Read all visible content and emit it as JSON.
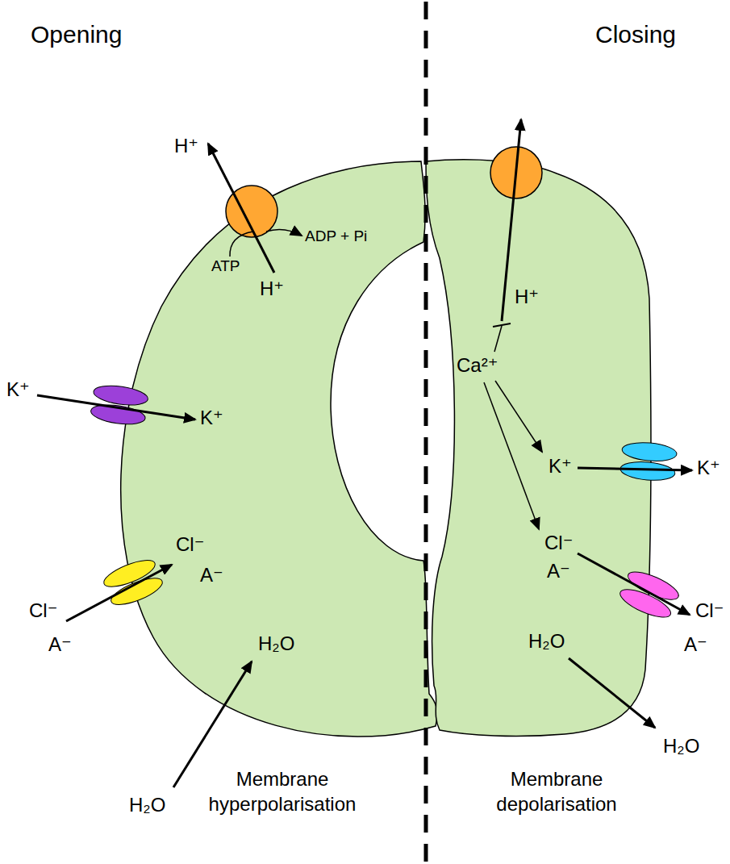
{
  "diagram": {
    "nodes": [
      {
        "text": [
          "ADP + Pi",
          "ATP",
          "H⁺",
          "K⁺",
          "Cl⁻",
          "A⁻",
          "H₂O"
        ]
      },
      {
        "text": [
          "H⁺",
          "Ca²⁺",
          "K⁺",
          "Cl⁻",
          "A⁻",
          "H₂O"
        ]
      }
    ],
    "labels": [
      "Opening",
      "Closing",
      "H⁺",
      "K⁺",
      "Cl⁻",
      "A⁻",
      "H₂O",
      "Membrane hyperpolarisation",
      "K⁺",
      "Cl⁻",
      "A⁻",
      "H₂O",
      "Membrane depolarisation"
    ]
  }
}
